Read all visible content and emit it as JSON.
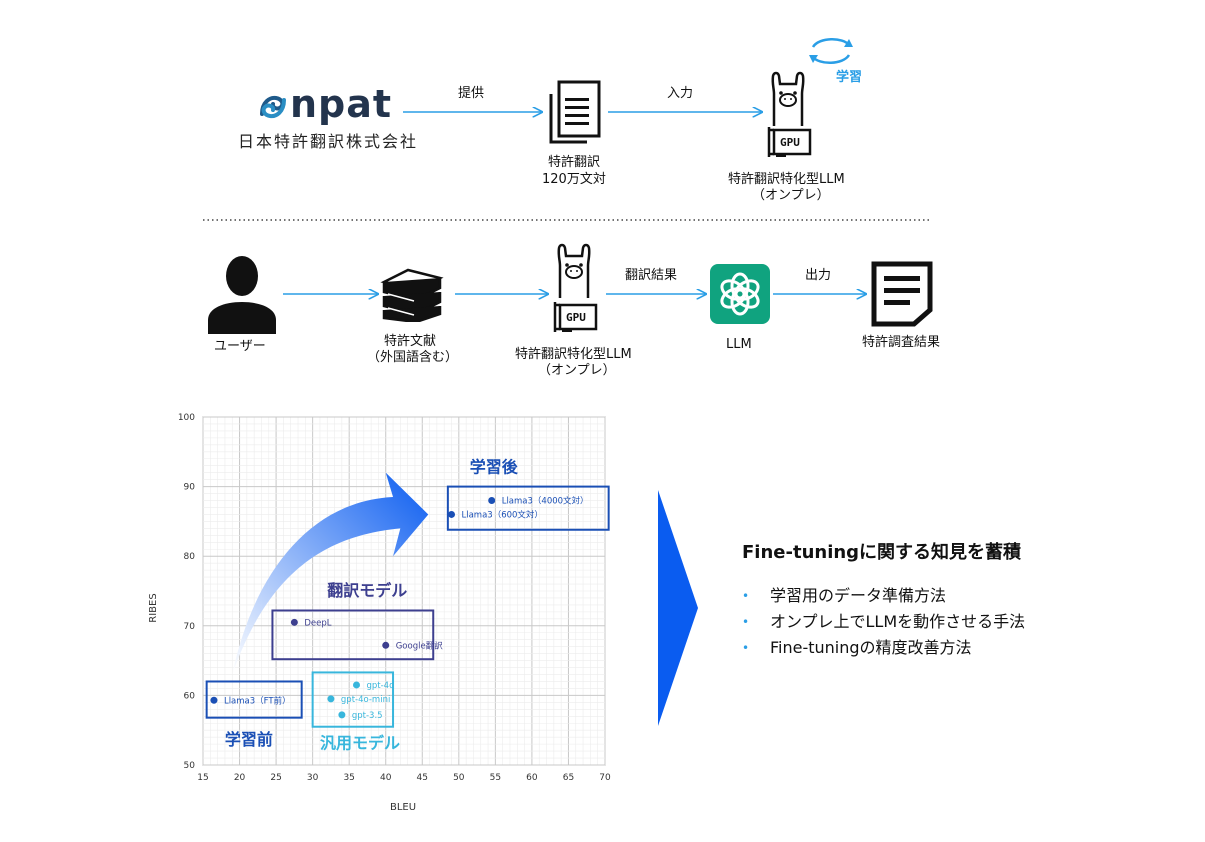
{
  "top_flow": {
    "company_logo_text": "npat",
    "company_name": "日本特許翻訳株式会社",
    "edge_provide": "提供",
    "edge_input": "入力",
    "corpus_label_1": "特許翻訳",
    "corpus_label_2": "120万文対",
    "learning_label": "学習",
    "gpu_label": "GPU",
    "model_label_1": "特許翻訳特化型LLM",
    "model_label_2": "（オンプレ）"
  },
  "bottom_flow": {
    "user_label": "ユーザー",
    "doc_label_1": "特許文献",
    "doc_label_2": "（外国語含む）",
    "gpu_label": "GPU",
    "model_label_1": "特許翻訳特化型LLM",
    "model_label_2": "（オンプレ）",
    "edge_result": "翻訳結果",
    "llm_label": "LLM",
    "edge_output": "出力",
    "report_label": "特許調査結果"
  },
  "chart_data": {
    "type": "scatter",
    "xlabel": "BLEU",
    "ylabel": "RIBES",
    "xlim": [
      15,
      70
    ],
    "ylim": [
      50,
      100
    ],
    "xticks": [
      15,
      20,
      25,
      30,
      35,
      40,
      45,
      50,
      55,
      60,
      65,
      70
    ],
    "yticks": [
      50,
      60,
      70,
      80,
      90,
      100
    ],
    "grid": true,
    "points": [
      {
        "label": "Llama3（4000文対）",
        "x": 54.5,
        "y": 88,
        "group": "学習後",
        "color": "#1a4fb5"
      },
      {
        "label": "Llama3（600文対）",
        "x": 49,
        "y": 86,
        "group": "学習後",
        "color": "#1a4fb5"
      },
      {
        "label": "DeepL",
        "x": 27.5,
        "y": 70.5,
        "group": "翻訳モデル",
        "color": "#3d3f8f"
      },
      {
        "label": "Google翻訳",
        "x": 40,
        "y": 67.2,
        "group": "翻訳モデル",
        "color": "#3d3f8f"
      },
      {
        "label": "gpt-4o",
        "x": 36,
        "y": 61.5,
        "group": "汎用モデル",
        "color": "#38b6dc"
      },
      {
        "label": "gpt-4o-mini",
        "x": 32.5,
        "y": 59.5,
        "group": "汎用モデル",
        "color": "#38b6dc"
      },
      {
        "label": "gpt-3.5",
        "x": 34,
        "y": 57.2,
        "group": "汎用モデル",
        "color": "#38b6dc"
      },
      {
        "label": "Llama3（FT前）",
        "x": 16.5,
        "y": 59.3,
        "group": "学習前",
        "color": "#1a4fb5"
      }
    ],
    "groups": [
      {
        "name": "学習後",
        "color": "#1a4fb5"
      },
      {
        "name": "翻訳モデル",
        "color": "#3d3f8f"
      },
      {
        "name": "汎用モデル",
        "color": "#38b6dc"
      },
      {
        "name": "学習前",
        "color": "#1a4fb5"
      }
    ]
  },
  "findings": {
    "title": "Fine-tuningに関する知見を蓄積",
    "items": [
      "学習用のデータ準備方法",
      "オンプレ上でLLMを動作させる手法",
      "Fine-tuningの精度改善方法"
    ]
  },
  "colors": {
    "arrow": "#2a9ee6",
    "openai": "#10a37f",
    "big_arrow": "#0a5cf0"
  }
}
